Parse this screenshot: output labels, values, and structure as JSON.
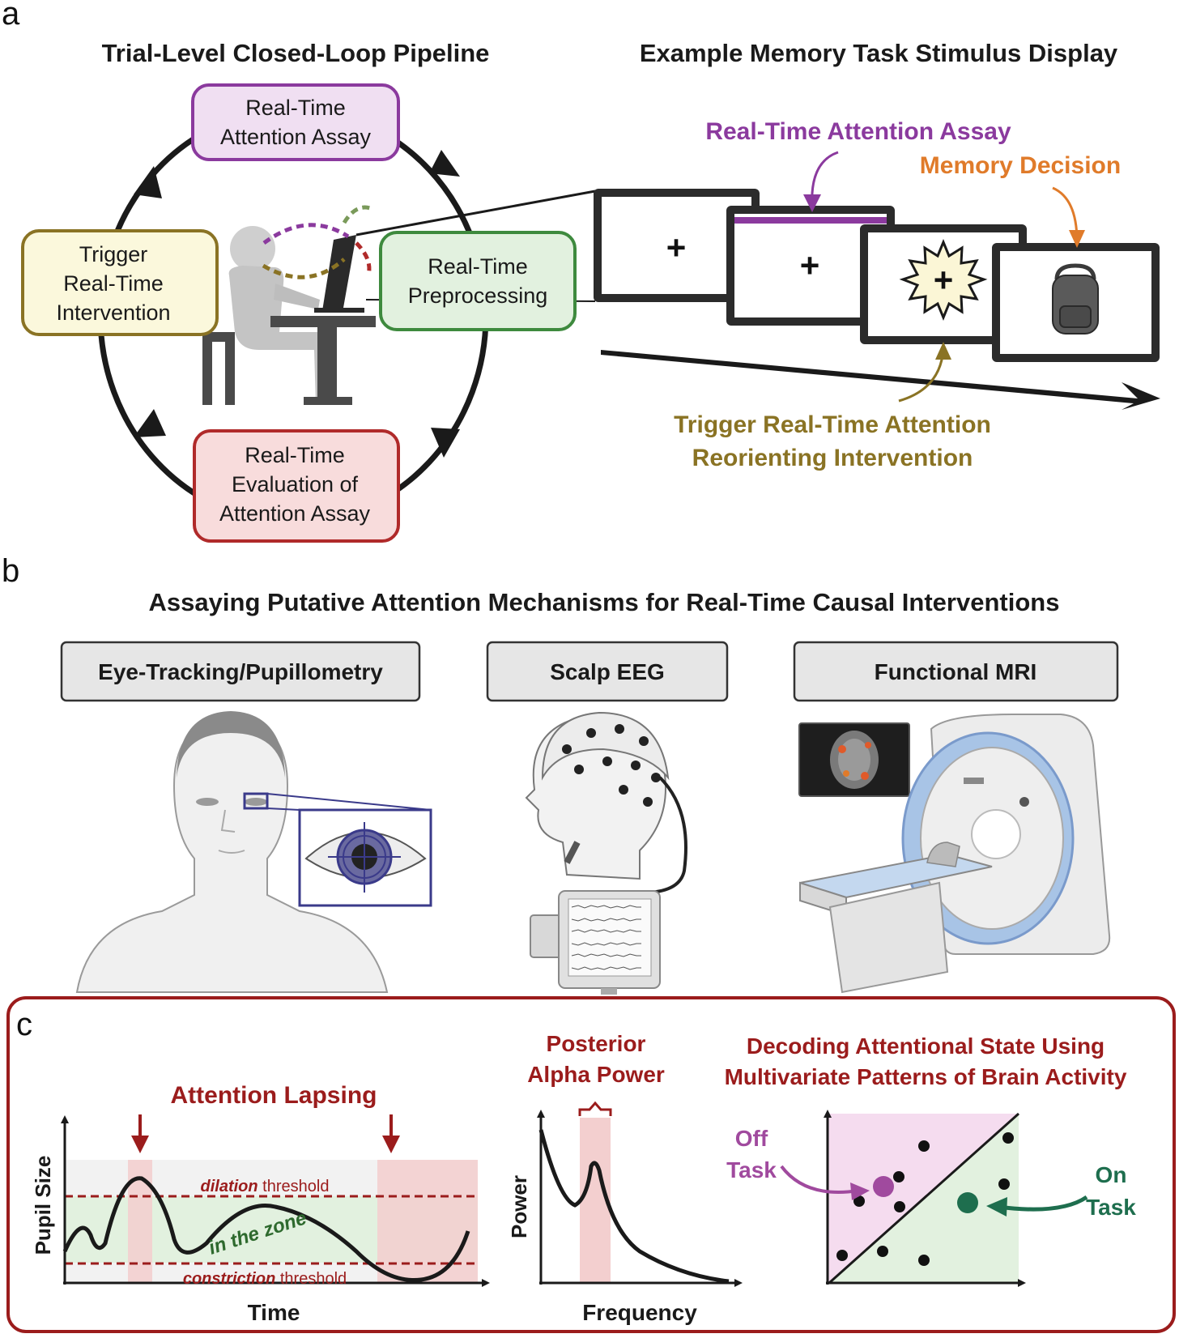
{
  "panel_a": {
    "letter": "a",
    "left_title": "Trial-Level Closed-Loop Pipeline",
    "right_title": "Example Memory Task Stimulus Display",
    "boxes": {
      "assay": [
        "Real-Time",
        "Attention Assay"
      ],
      "trigger": [
        "Trigger",
        "Real-Time",
        "Intervention"
      ],
      "preprocessing": [
        "Real-Time",
        "Preprocessing"
      ],
      "evaluation": [
        "Real-Time",
        "Evaluation of",
        "Attention Assay"
      ]
    },
    "stimulus_labels": {
      "assay": "Real-Time Attention Assay",
      "memory": "Memory Decision",
      "trigger": [
        "Trigger Real-Time Attention",
        "Reorienting Intervention"
      ]
    },
    "screens": [
      "+",
      "+",
      "+"
    ],
    "colors": {
      "purple": "#8b3a9e",
      "orange": "#e07b2a",
      "olive": "#8a7324",
      "green_box": "#3e8a3e",
      "yellow_box": "#8a7324",
      "red_box": "#b02a2a"
    }
  },
  "panel_b": {
    "letter": "b",
    "title": "Assaying Putative Attention Mechanisms for Real-Time Causal Interventions",
    "methods": [
      "Eye-Tracking/Pupillometry",
      "Scalp EEG",
      "Functional MRI"
    ]
  },
  "panel_c": {
    "letter": "c",
    "pupil": {
      "title": "Attention Lapsing",
      "ylabel": "Pupil Size",
      "xlabel": "Time",
      "dilation": [
        "dilation",
        " threshold"
      ],
      "constriction": [
        "constriction",
        " threshold"
      ],
      "zone": "in the zone"
    },
    "alpha": {
      "title": [
        "Posterior",
        "Alpha Power"
      ],
      "ylabel": "Power",
      "xlabel": "Frequency"
    },
    "decoding": {
      "title": [
        "Decoding Attentional State Using",
        "Multivariate Patterns of Brain Activity"
      ],
      "off": [
        "Off",
        "Task"
      ],
      "on": [
        "On",
        "Task"
      ]
    },
    "colors": {
      "dark_red": "#9b1c1c",
      "off": "#a04a9e",
      "on": "#1e6e4e"
    }
  }
}
